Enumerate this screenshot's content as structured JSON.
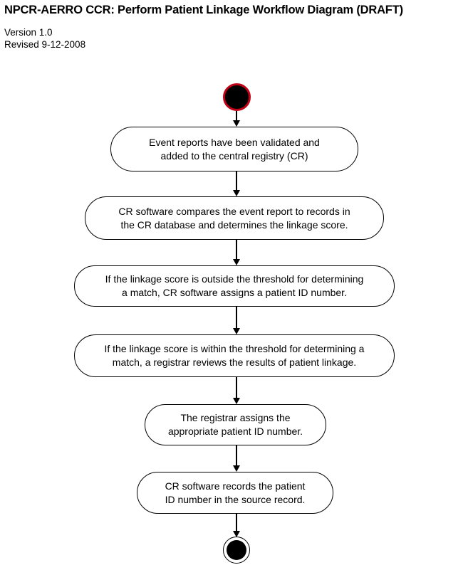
{
  "header": {
    "title": "NPCR-AERRO CCR: Perform Patient Linkage Workflow Diagram (DRAFT)",
    "version": "Version 1.0",
    "revised": "Revised 9-12-2008"
  },
  "diagram": {
    "type": "uml-activity-flowchart",
    "orientation": "vertical",
    "colors": {
      "start_ring": "#c00014",
      "node_fill": "#000000",
      "stroke": "#000000",
      "background": "#ffffff"
    },
    "nodes": [
      {
        "id": "start",
        "kind": "start-node",
        "label": "start"
      },
      {
        "id": "step-1",
        "kind": "activity",
        "label": "Event reports have been validated and\nadded to the central registry (CR)"
      },
      {
        "id": "step-2",
        "kind": "activity",
        "label": "CR software compares the event report to records in\nthe CR database and determines the linkage score."
      },
      {
        "id": "step-3",
        "kind": "activity",
        "label": "If the linkage score is outside the threshold for determining\na match, CR software assigns a patient ID number."
      },
      {
        "id": "step-4",
        "kind": "activity",
        "label": "If the linkage score is within the threshold for determining a\nmatch, a registrar reviews the results of patient linkage."
      },
      {
        "id": "step-5",
        "kind": "activity",
        "label": "The registrar assigns the\nappropriate patient ID number."
      },
      {
        "id": "step-6",
        "kind": "activity",
        "label": "CR software records the patient\nID number in the source record."
      },
      {
        "id": "end",
        "kind": "end-node",
        "label": "end"
      }
    ],
    "edges": [
      {
        "from": "start",
        "to": "step-1"
      },
      {
        "from": "step-1",
        "to": "step-2"
      },
      {
        "from": "step-2",
        "to": "step-3"
      },
      {
        "from": "step-3",
        "to": "step-4"
      },
      {
        "from": "step-4",
        "to": "step-5"
      },
      {
        "from": "step-5",
        "to": "step-6"
      },
      {
        "from": "step-6",
        "to": "end"
      }
    ]
  }
}
